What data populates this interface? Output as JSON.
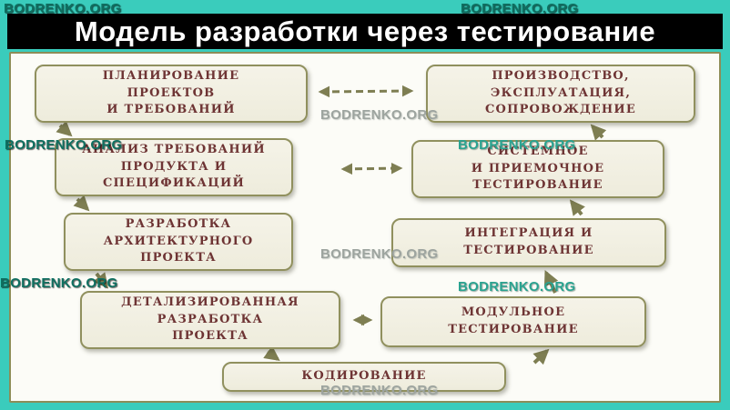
{
  "title": "Модель разработки через тестирование",
  "watermark": "BODRENKO.ORG",
  "colors": {
    "background": "#3accbc",
    "titlebar_bg": "#000000",
    "titlebar_text": "#ffffff",
    "panel_bg": "#fcfcf7",
    "panel_border": "#8d8d58",
    "node_bg": "#f2f0e3",
    "node_border": "#90905e",
    "node_text": "#6e3434",
    "arrow": "#7e7e52"
  },
  "nodes": [
    {
      "id": "planning",
      "label": "ПЛАНИРОВАНИЕ\nПРОЕКТОВ\nИ ТРЕБОВАНИЙ"
    },
    {
      "id": "production",
      "label": "ПРОИЗВОДСТВО,\nЭКСПЛУАТАЦИЯ,\nСОПРОВОЖДЕНИЕ"
    },
    {
      "id": "analysis",
      "label": "АНАЛИЗ ТРЕБОВАНИЙ\nПРОДУКТА И\nСПЕЦИФИКАЦИЙ"
    },
    {
      "id": "system-testing",
      "label": "СИСТЕМНОЕ\nИ ПРИЕМОЧНОЕ\nТЕСТИРОВАНИЕ"
    },
    {
      "id": "architecture-design",
      "label": "РАЗРАБОТКА\nАРХИТЕКТУРНОГО\nПРОЕКТА"
    },
    {
      "id": "integration-testing",
      "label": "ИНТЕГРАЦИЯ И\nТЕСТИРОВАНИЕ"
    },
    {
      "id": "detailed-design",
      "label": "ДЕТАЛИЗИРОВАННАЯ\nРАЗРАБОТКА\nПРОЕКТА"
    },
    {
      "id": "module-testing",
      "label": "МОДУЛЬНОЕ\nТЕСТИРОВАНИЕ"
    },
    {
      "id": "coding",
      "label": "КОДИРОВАНИЕ"
    }
  ],
  "edges": [
    {
      "from": "planning",
      "to": "production",
      "style": "dashed-double"
    },
    {
      "from": "analysis",
      "to": "system-testing",
      "style": "dashed-double"
    },
    {
      "from": "detailed-design",
      "to": "module-testing",
      "style": "dashed-double"
    },
    {
      "from": "planning",
      "to": "analysis",
      "style": "solid-down"
    },
    {
      "from": "analysis",
      "to": "architecture-design",
      "style": "solid-down"
    },
    {
      "from": "architecture-design",
      "to": "detailed-design",
      "style": "solid-down"
    },
    {
      "from": "detailed-design",
      "to": "coding",
      "style": "solid-down"
    },
    {
      "from": "coding",
      "to": "module-testing",
      "style": "solid-up"
    },
    {
      "from": "module-testing",
      "to": "integration-testing",
      "style": "solid-up"
    },
    {
      "from": "integration-testing",
      "to": "system-testing",
      "style": "solid-up"
    },
    {
      "from": "system-testing",
      "to": "production",
      "style": "solid-up"
    }
  ]
}
